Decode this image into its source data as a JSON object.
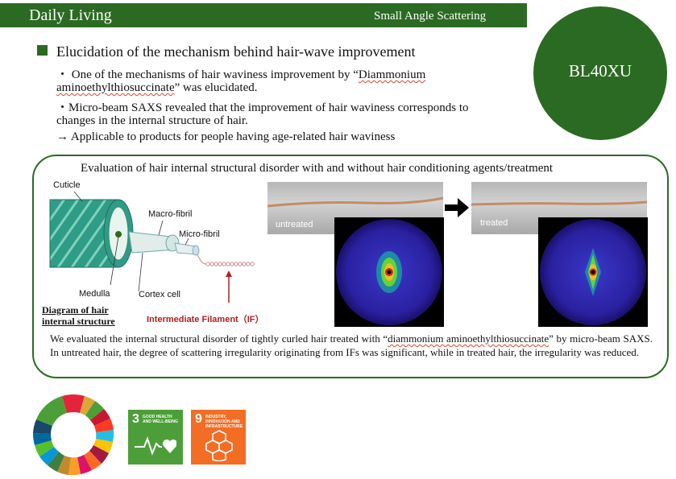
{
  "header": {
    "title": "Daily Living",
    "category": "Small Angle Scattering",
    "accent_color": "#2b6a22"
  },
  "beamline": "BL40XU",
  "section": {
    "heading": "Elucidation of the mechanism behind hair-wave improvement",
    "line1_a": "・ One of the mechanisms of hair waviness improvement by “",
    "line1_b": "Diammonium",
    "line2_a": "aminoethylthiosuccinate",
    "line2_b": "” was elucidated.",
    "line3": "・Micro-beam SAXS revealed that the improvement of hair waviness corresponds to",
    "line4": "changes in the internal structure of hair.",
    "line5": "→  Applicable to products for people having age-related hair waviness"
  },
  "evaluation": {
    "title": "Evaluation of hair internal structural disorder with and without hair conditioning agents/treatment",
    "diagram": {
      "cuticle": "Cuticle",
      "macro_fibril": "Macro-fibril",
      "micro_fibril": "Micro-fibril",
      "medulla": "Medulla",
      "cortex_cell": "Cortex cell",
      "caption_line1": "Diagram of hair",
      "caption_line2": "internal structure",
      "intermediate_filament": "Intermediate Filament（IF）"
    },
    "untreated_label": "untreated",
    "treated_label": "treated",
    "description_a": "We evaluated the internal structural disorder of tightly curled hair treated with “",
    "description_b": "diammonium aminoethylthiosuccinate",
    "description_c": "” by micro-beam SAXS. In untreated hair, the degree of scattering irregularity originating from IFs was significant, while in treated hair, the irregularity was reduced."
  },
  "sdgs": {
    "goal3_number": "3",
    "goal3_text": "GOOD HEALTH AND WELL-BEING",
    "goal3_color": "#4c9f38",
    "goal9_number": "9",
    "goal9_text": "INDUSTRY, INNOVATION AND INFRASTRUCTURE",
    "goal9_color": "#f36d25"
  }
}
